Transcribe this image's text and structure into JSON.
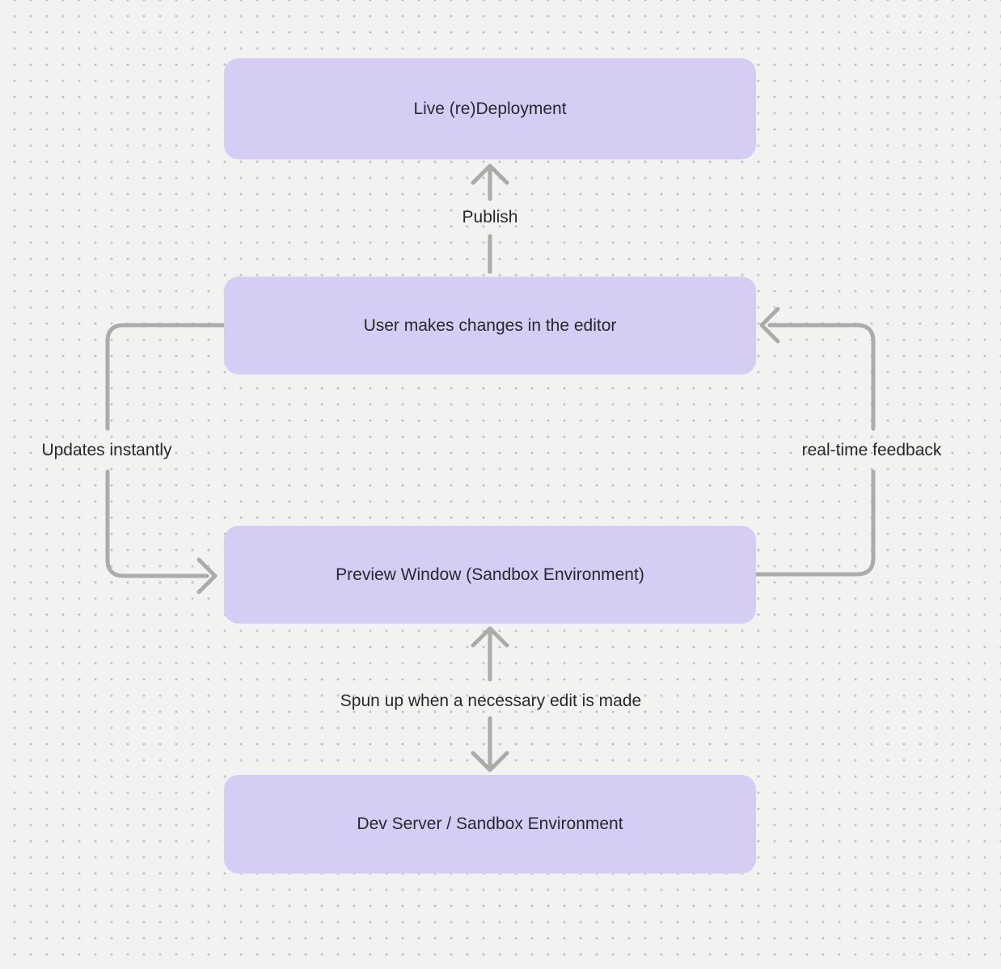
{
  "diagram": {
    "nodes": [
      {
        "id": "live-redeployment",
        "label": "Live (re)Deployment"
      },
      {
        "id": "user-edits",
        "label": "User makes changes in the editor"
      },
      {
        "id": "preview-window",
        "label": "Preview Window (Sandbox Environment)"
      },
      {
        "id": "dev-server",
        "label": "Dev Server / Sandbox Environment"
      }
    ],
    "edges": [
      {
        "from": "user-edits",
        "to": "live-redeployment",
        "label": "Publish",
        "direction": "up",
        "style": "straight"
      },
      {
        "from": "user-edits",
        "to": "preview-window",
        "label": "Updates instantly",
        "direction": "down",
        "style": "left-loop"
      },
      {
        "from": "preview-window",
        "to": "user-edits",
        "label": "real-time feedback",
        "direction": "up",
        "style": "right-loop"
      },
      {
        "from": "preview-window",
        "to": "dev-server",
        "label": "Spun up when a necessary edit is made",
        "direction": "both",
        "style": "straight"
      }
    ]
  },
  "colors": {
    "background": "#F2F2F1",
    "dot": "#C4C4C4",
    "node_fill": "#D6CDF4",
    "text": "#28282C",
    "arrow": "#ABABAB"
  }
}
